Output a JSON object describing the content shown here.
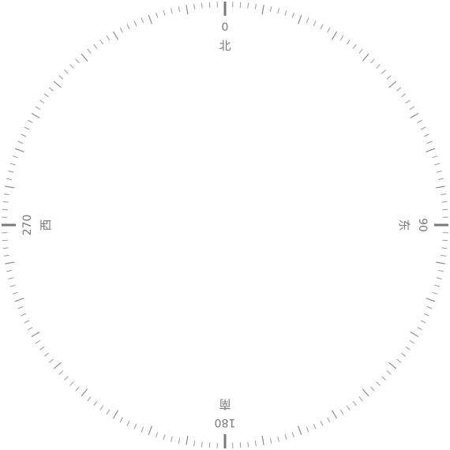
{
  "compass": {
    "tick_step_degrees": 2,
    "mid_tick_every_degrees": 10,
    "cardinals": [
      {
        "key": "north",
        "bearing": 0,
        "degree_label": "0",
        "direction_label": "北"
      },
      {
        "key": "east",
        "bearing": 90,
        "degree_label": "90",
        "direction_label": "东"
      },
      {
        "key": "south",
        "bearing": 180,
        "degree_label": "180",
        "direction_label": "南"
      },
      {
        "key": "west",
        "bearing": 270,
        "degree_label": "270",
        "direction_label": "西"
      }
    ],
    "colors": {
      "tick": "#9a9a9a",
      "text": "#7a7a7a",
      "background": "#ffffff"
    }
  }
}
